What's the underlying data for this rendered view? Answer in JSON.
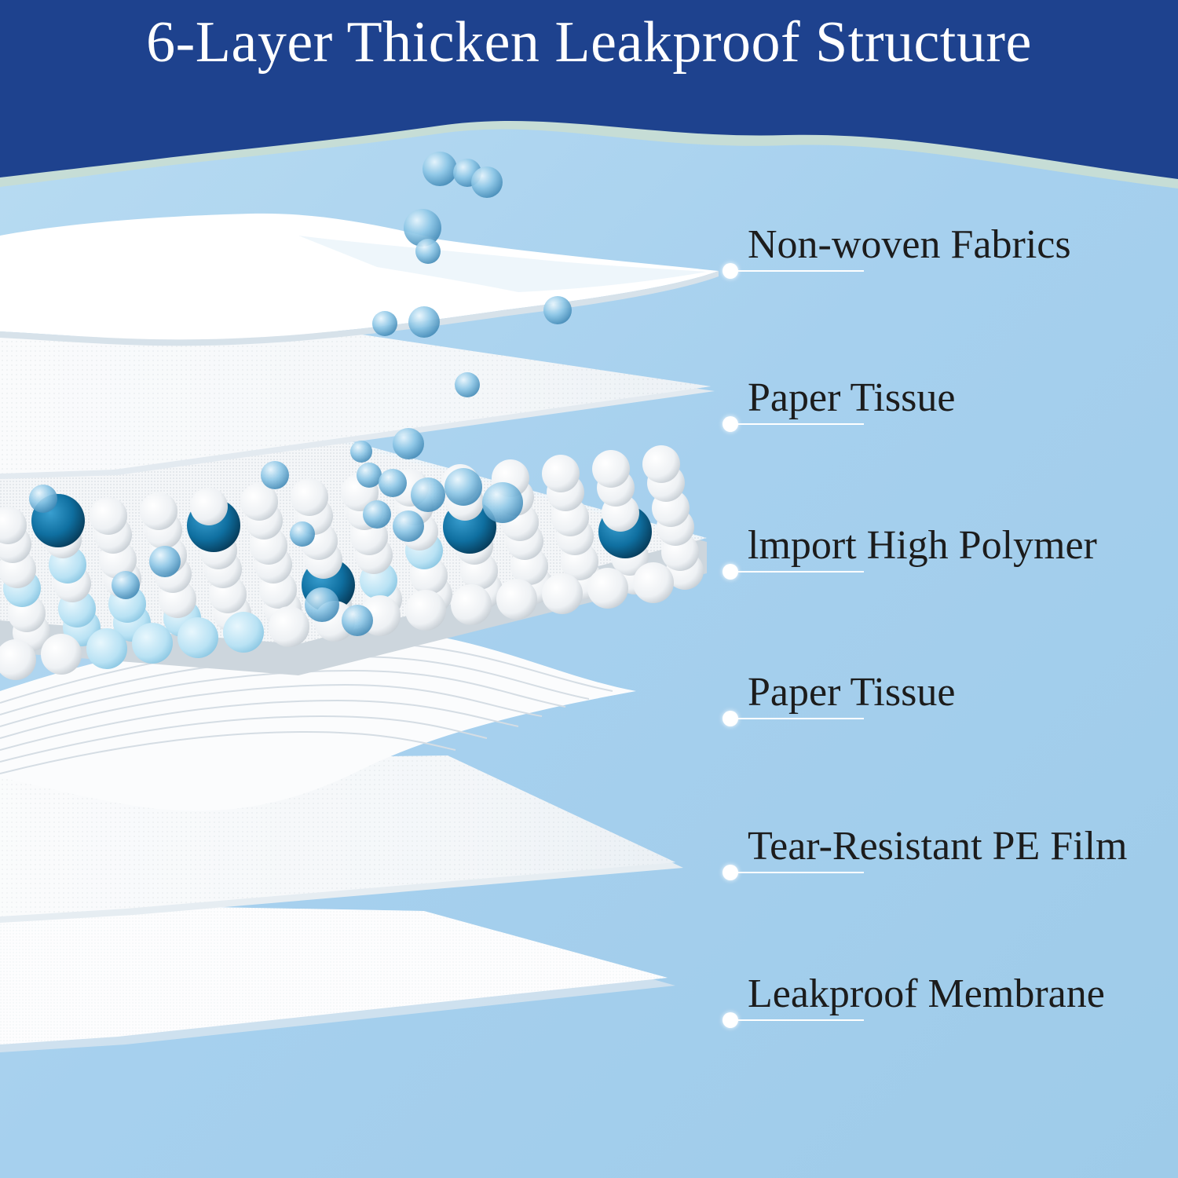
{
  "title": "6-Layer Thicken Leakproof Structure",
  "layers": [
    {
      "label": "Non-woven Fabrics"
    },
    {
      "label": "Paper Tissue"
    },
    {
      "label": "lmport High Polymer"
    },
    {
      "label": "Paper Tissue"
    },
    {
      "label": "Tear-Resistant PE Film"
    },
    {
      "label": "Leakproof Membrane"
    }
  ],
  "colors": {
    "header_blue": "#1e428e",
    "wave_green": "#c6ddd6",
    "background_blue": "#a9d2ee",
    "sheet_white": "#fafcfd",
    "bead_white": "#f4f6f8",
    "bead_light_blue": "#bfe5f5",
    "bead_dark_blue": "#0f6fa0",
    "droplet_blue": "#6fb3dc"
  }
}
